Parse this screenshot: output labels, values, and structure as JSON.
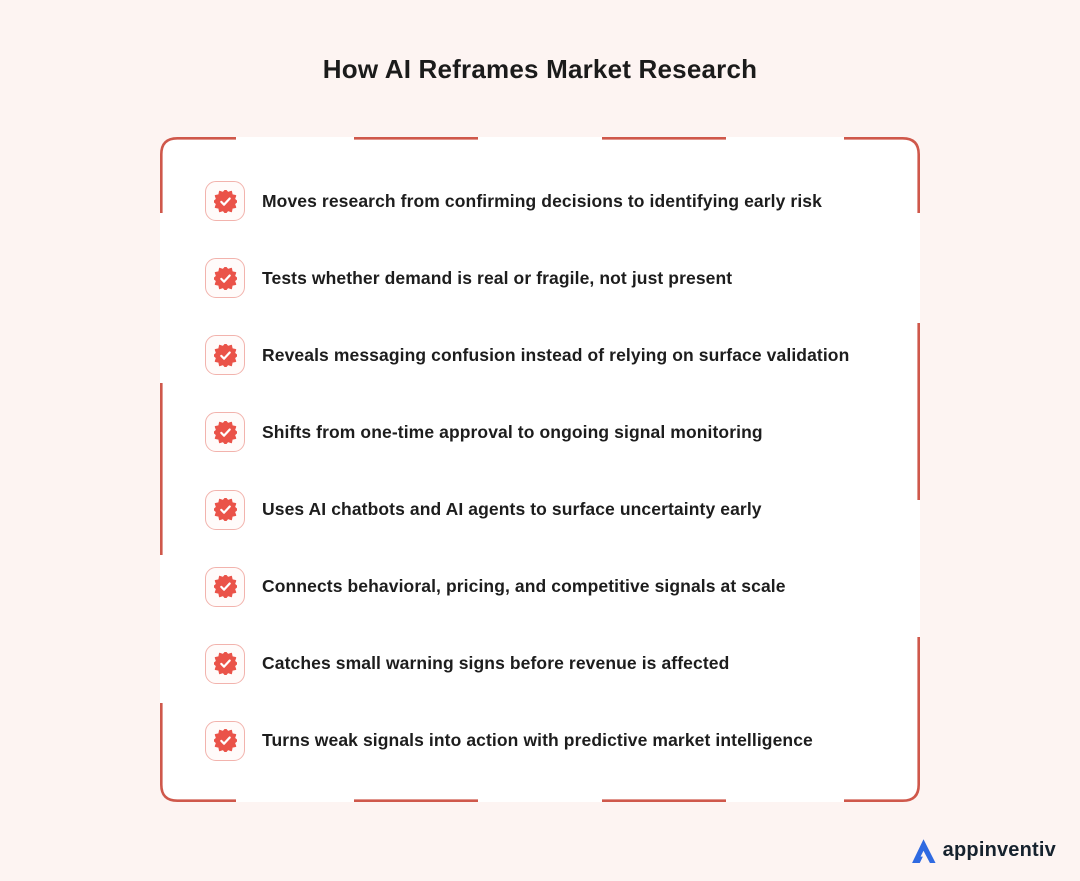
{
  "page": {
    "title": "How AI Reframes Market Research"
  },
  "list": {
    "items": [
      "Moves research from confirming decisions to identifying early risk",
      "Tests whether demand is real or fragile, not just present",
      "Reveals messaging confusion instead of relying on surface validation",
      "Shifts from one-time approval to ongoing signal monitoring",
      "Uses AI chatbots and AI agents to surface uncertainty early",
      "Connects behavioral, pricing, and competitive signals at scale",
      "Catches small warning signs before revenue is affected",
      "Turns weak signals into action with predictive market intelligence"
    ]
  },
  "footer": {
    "brand": "appinventiv"
  },
  "icons": {
    "list_item": "verified-seal-check-icon",
    "logo": "appinventiv-triangle-logo"
  },
  "colors": {
    "background": "#FDF4F2",
    "card": "#FFFFFF",
    "border_accent": "#CF584B",
    "badge_red": "#EA5349",
    "badge_box_border": "#F2B3AD",
    "text": "#1D1D1D",
    "logo_blue": "#2F6AE1",
    "brand_text": "#16222E"
  }
}
